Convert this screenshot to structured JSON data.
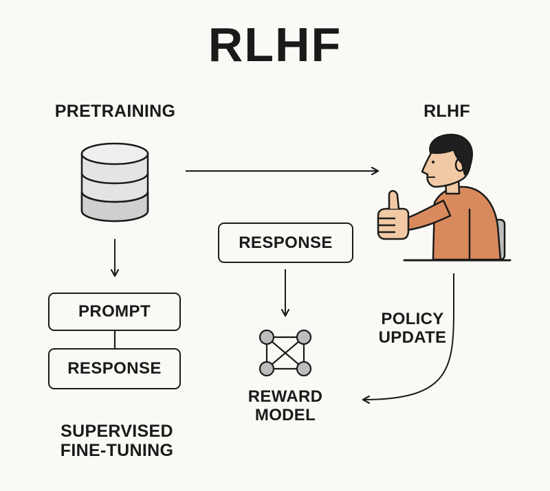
{
  "title": "RLHF",
  "sections": {
    "pretraining": "PRETRAINING",
    "rlhf": "RLHF",
    "supervised_fine_tuning": "SUPERVISED\nFINE-TUNING"
  },
  "boxes": {
    "prompt": "PROMPT",
    "sft_response": "RESPONSE",
    "rlhf_response": "RESPONSE"
  },
  "labels": {
    "reward_model": "REWARD\nMODEL",
    "policy_update": "POLICY\nUPDATE"
  },
  "colors": {
    "background": "#faf9f5",
    "stroke": "#1a1a1a",
    "database_fill": "#e4e4e4",
    "database_bottom": "#cfcfcf",
    "network_node": "#bdbdbd",
    "person_shirt": "#d98a5c",
    "person_skin": "#f1c9a5",
    "person_hair": "#1f1f1f",
    "chair": "#bdbdbd"
  },
  "icons": {
    "database": "database-icon",
    "reward_model": "neural-network-icon",
    "person": "person-thumbs-up-icon"
  }
}
